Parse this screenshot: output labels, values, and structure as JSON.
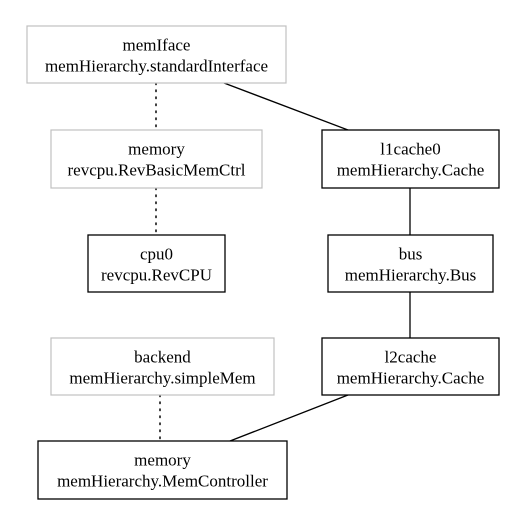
{
  "nodes": {
    "memIface": {
      "name": "memIface",
      "type": "memHierarchy.standardInterface"
    },
    "memory_ctrl": {
      "name": "memory",
      "type": "revcpu.RevBasicMemCtrl"
    },
    "cpu0": {
      "name": "cpu0",
      "type": "revcpu.RevCPU"
    },
    "l1cache0": {
      "name": "l1cache0",
      "type": "memHierarchy.Cache"
    },
    "bus": {
      "name": "bus",
      "type": "memHierarchy.Bus"
    },
    "l2cache": {
      "name": "l2cache",
      "type": "memHierarchy.Cache"
    },
    "backend": {
      "name": "backend",
      "type": "memHierarchy.simpleMem"
    },
    "memory_controller": {
      "name": "memory",
      "type": "memHierarchy.MemController"
    }
  },
  "edges": [
    {
      "from": "memIface",
      "to": "memory_ctrl",
      "style": "dotted"
    },
    {
      "from": "memory_ctrl",
      "to": "cpu0",
      "style": "dotted"
    },
    {
      "from": "memIface",
      "to": "l1cache0",
      "style": "solid"
    },
    {
      "from": "l1cache0",
      "to": "bus",
      "style": "solid"
    },
    {
      "from": "bus",
      "to": "l2cache",
      "style": "solid"
    },
    {
      "from": "l2cache",
      "to": "memory_controller",
      "style": "solid"
    },
    {
      "from": "backend",
      "to": "memory_controller",
      "style": "dotted"
    }
  ],
  "colors": {
    "solid_border": "#000000",
    "faded_border": "#c0c0c0",
    "text": "#000000"
  }
}
